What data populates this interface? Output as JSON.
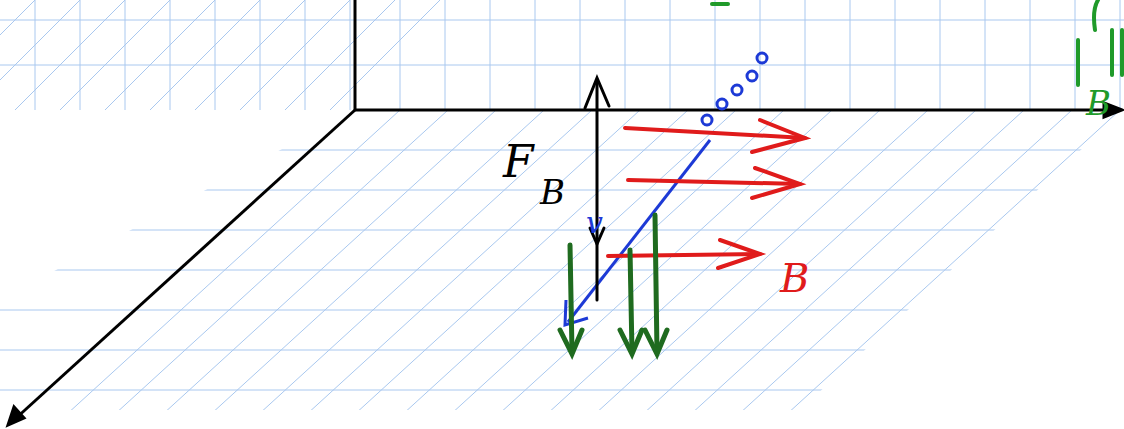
{
  "diagram": {
    "labels": [
      "F",
      "B",
      "v",
      "B",
      "B"
    ]
  }
}
